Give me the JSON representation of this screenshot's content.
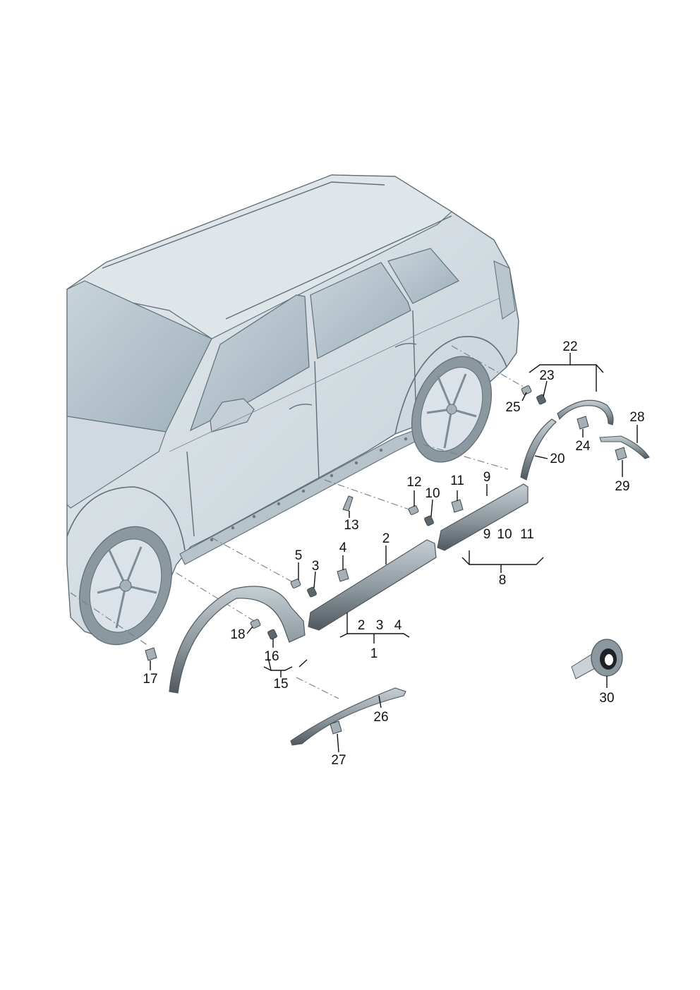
{
  "diagram": {
    "callouts": {
      "c1": "1",
      "c2a": "2",
      "c2b": "2",
      "c3a": "3",
      "c3b": "3",
      "c4a": "4",
      "c4b": "4",
      "c5": "5",
      "c8": "8",
      "c9a": "9",
      "c9b": "9",
      "c10a": "10",
      "c10b": "10",
      "c11a": "11",
      "c11b": "11",
      "c12": "12",
      "c13": "13",
      "c15": "15",
      "c16": "16",
      "c17": "17",
      "c18": "18",
      "c20": "20",
      "c22": "22",
      "c23": "23",
      "c24": "24",
      "c25": "25",
      "c26": "26",
      "c27": "27",
      "c28": "28",
      "c29": "29",
      "c30": "30"
    },
    "colors": {
      "background": "#ffffff",
      "car_body": "#d3dce2",
      "car_shadow": "#aebbc4",
      "glass": "#b5c3cc",
      "part_fill": "#a5b0b7",
      "part_dark": "#5c666d",
      "outline": "#5e6f7a",
      "text": "#111111"
    }
  }
}
